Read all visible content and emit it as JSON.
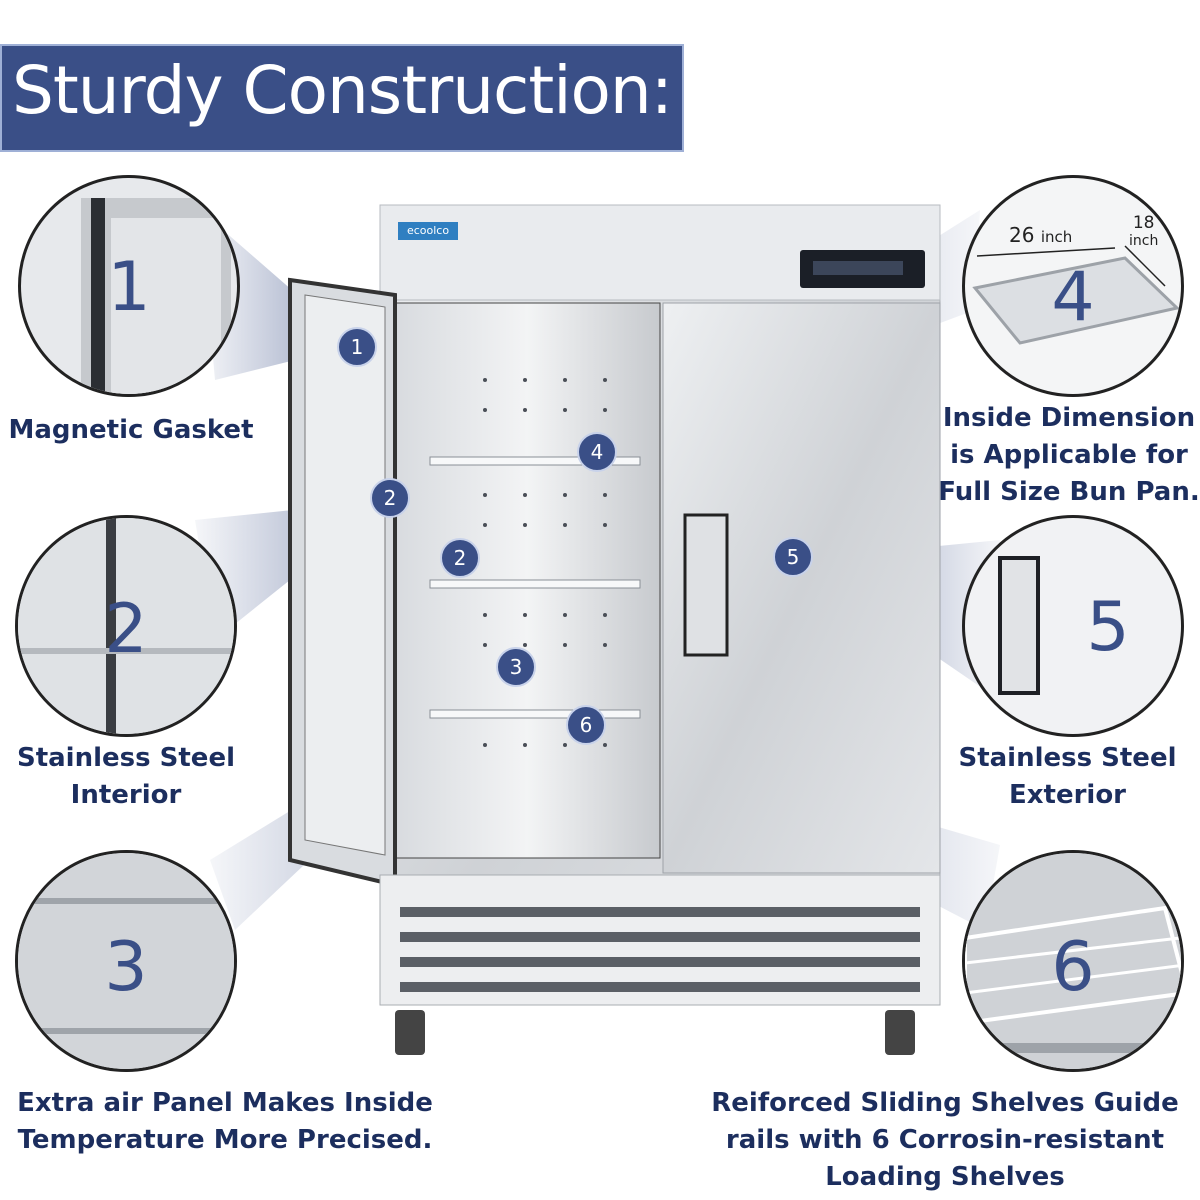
{
  "title": "Sturdy Construction:",
  "brand": "ecoolco",
  "features": [
    {
      "number": "1",
      "caption_lines": [
        "Magnetic Gasket"
      ]
    },
    {
      "number": "2",
      "caption_lines": [
        "Stainless Steel",
        "Interior"
      ]
    },
    {
      "number": "3",
      "caption_lines": [
        "Extra air Panel Makes Inside",
        "Temperature More Precised."
      ]
    },
    {
      "number": "4",
      "caption_lines": [
        "Inside Dimension",
        "is Applicable for",
        "Full Size Bun Pan."
      ]
    },
    {
      "number": "5",
      "caption_lines": [
        "Stainless Steel",
        "Exterior"
      ]
    },
    {
      "number": "6",
      "caption_lines": [
        "Reiforced Sliding Shelves Guide",
        "rails with 6 Corrosin-resistant",
        "Loading Shelves"
      ]
    }
  ],
  "dimensions": {
    "width_value": "26",
    "width_unit": "inch",
    "depth_value": "18",
    "depth_unit": "inch"
  },
  "markers": [
    "1",
    "2",
    "2",
    "3",
    "4",
    "5",
    "6"
  ],
  "colors": {
    "accent": "#3a4f87",
    "caption": "#1c2e5e",
    "steel": "#c9ccd0"
  }
}
